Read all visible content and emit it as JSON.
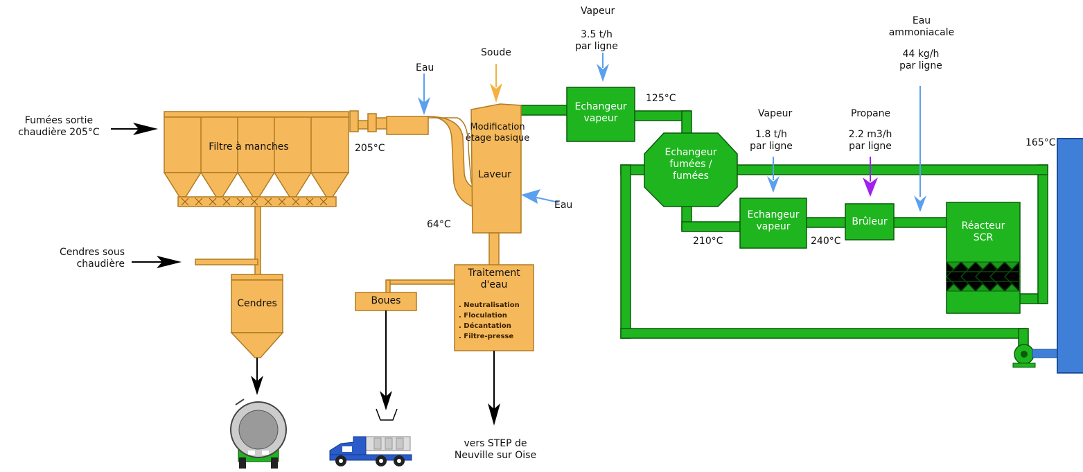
{
  "inputs": {
    "fumees_sortie": "Fumées sortie\nchaudière 205°C",
    "cendres_sous": "Cendres sous\nchaudière",
    "eau_filter": "Eau",
    "soude": "Soude",
    "eau_laveur": "Eau",
    "vapeur_1_title": "Vapeur",
    "vapeur_1_rate": "3.5 t/h\npar ligne",
    "vapeur_2_title": "Vapeur",
    "vapeur_2_rate": "1.8 t/h\npar ligne",
    "propane_title": "Propane",
    "propane_rate": "2.2 m3/h\npar ligne",
    "eau_ammoniacale_title": "Eau\nammoniacale",
    "eau_ammoniacale_rate": "44 kg/h\npar ligne"
  },
  "equipment": {
    "filtre": "Filtre à manches",
    "cendres": "Cendres",
    "modification": "Modification\nétage basique",
    "laveur": "Laveur",
    "traitement_title": "Traitement\nd'eau",
    "traitement_steps": [
      ". Neutralisation",
      ". Floculation",
      ". Décantation",
      ". Filtre-presse"
    ],
    "boues": "Boues",
    "echangeur_vapeur_1": "Echangeur\nvapeur",
    "echangeur_fumees": "Echangeur\nfumées /\nfumées",
    "echangeur_vapeur_2": "Echangeur\nvapeur",
    "bruleur": "Brûleur",
    "reacteur": "Réacteur\nSCR"
  },
  "temperatures": {
    "t205": "205°C",
    "t64": "64°C",
    "t125": "125°C",
    "t210": "210°C",
    "t240": "240°C",
    "t165": "165°C"
  },
  "outputs": {
    "step": "vers STEP de\nNeuville sur Oise"
  },
  "colors": {
    "orange": "#f5b85a",
    "green": "#1fb51f",
    "blue_arrow": "#5aa0ee",
    "propane": "#a020f0",
    "stack": "#3f7fd8"
  }
}
